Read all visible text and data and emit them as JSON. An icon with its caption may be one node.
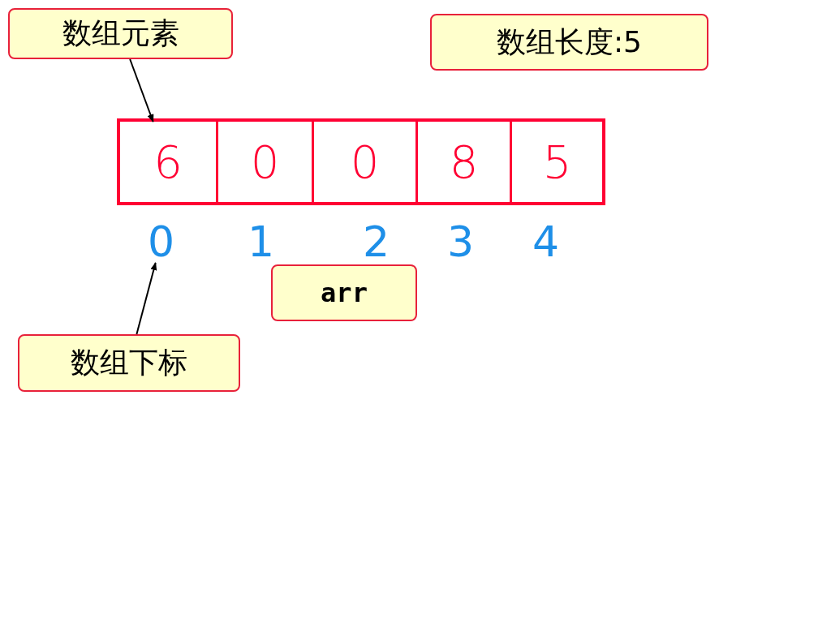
{
  "diagram": {
    "nodes": [
      {
        "text": [
          "数组元素"
        ]
      },
      {
        "text": [
          "数组长度:5"
        ]
      },
      {
        "text": [],
        "shape": "box"
      },
      {
        "text": [
          "6"
        ],
        "in": 2
      },
      {
        "text": [
          "0"
        ],
        "in": 2
      },
      {
        "text": [
          "0"
        ],
        "in": 2
      },
      {
        "text": [
          "8"
        ],
        "in": 2
      },
      {
        "text": [
          "5"
        ],
        "in": 2
      },
      {
        "text": [
          "0"
        ]
      },
      {
        "text": [
          "1"
        ]
      },
      {
        "text": [
          "2"
        ]
      },
      {
        "text": [
          "3"
        ]
      },
      {
        "text": [
          "4"
        ]
      },
      {
        "text": [
          "arr"
        ]
      },
      {
        "text": [
          "数组下标"
        ]
      }
    ],
    "edges": [
      {
        "from": 0,
        "to": 3,
        "arrow": "to"
      },
      {
        "from": 14,
        "to": 8,
        "arrow": "to"
      }
    ]
  }
}
